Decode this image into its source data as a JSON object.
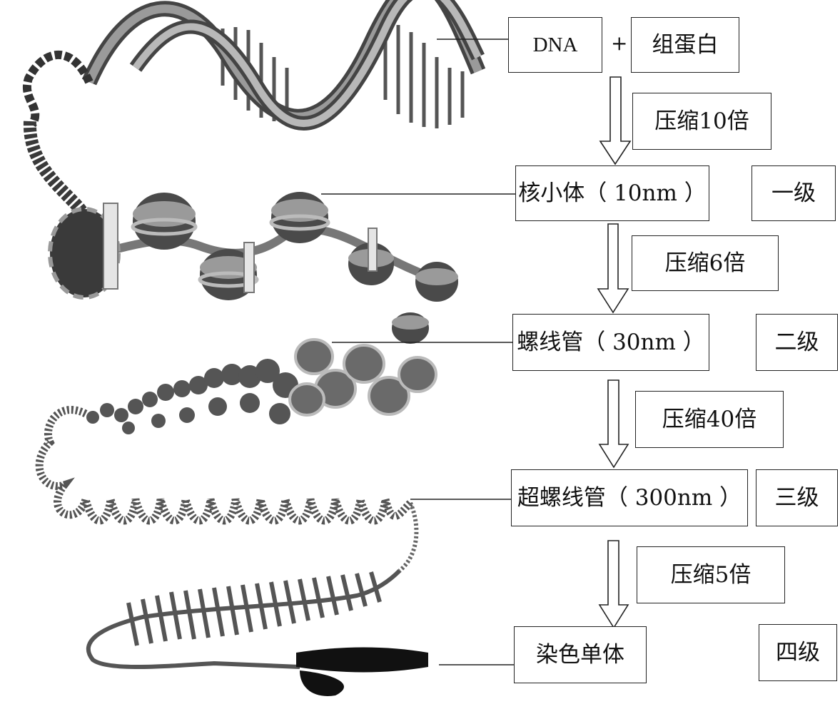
{
  "top": {
    "dna": "DNA",
    "plus": "+",
    "histone": "组蛋白"
  },
  "levels": [
    {
      "structure": "核小体（ 10nm ）",
      "level": "一级"
    },
    {
      "structure": "螺线管（ 30nm ）",
      "level": "二级"
    },
    {
      "structure": "超螺线管（ 300nm ）",
      "level": "三级"
    },
    {
      "structure": "染色单体",
      "level": "四级"
    }
  ],
  "compressions": [
    "压缩10倍",
    "压缩6倍",
    "压缩40倍",
    "压缩5倍"
  ],
  "colors": {
    "line": "#222222",
    "dark": "#3a3a3a",
    "mid": "#8a8a8a",
    "light": "#cfcfcf"
  }
}
